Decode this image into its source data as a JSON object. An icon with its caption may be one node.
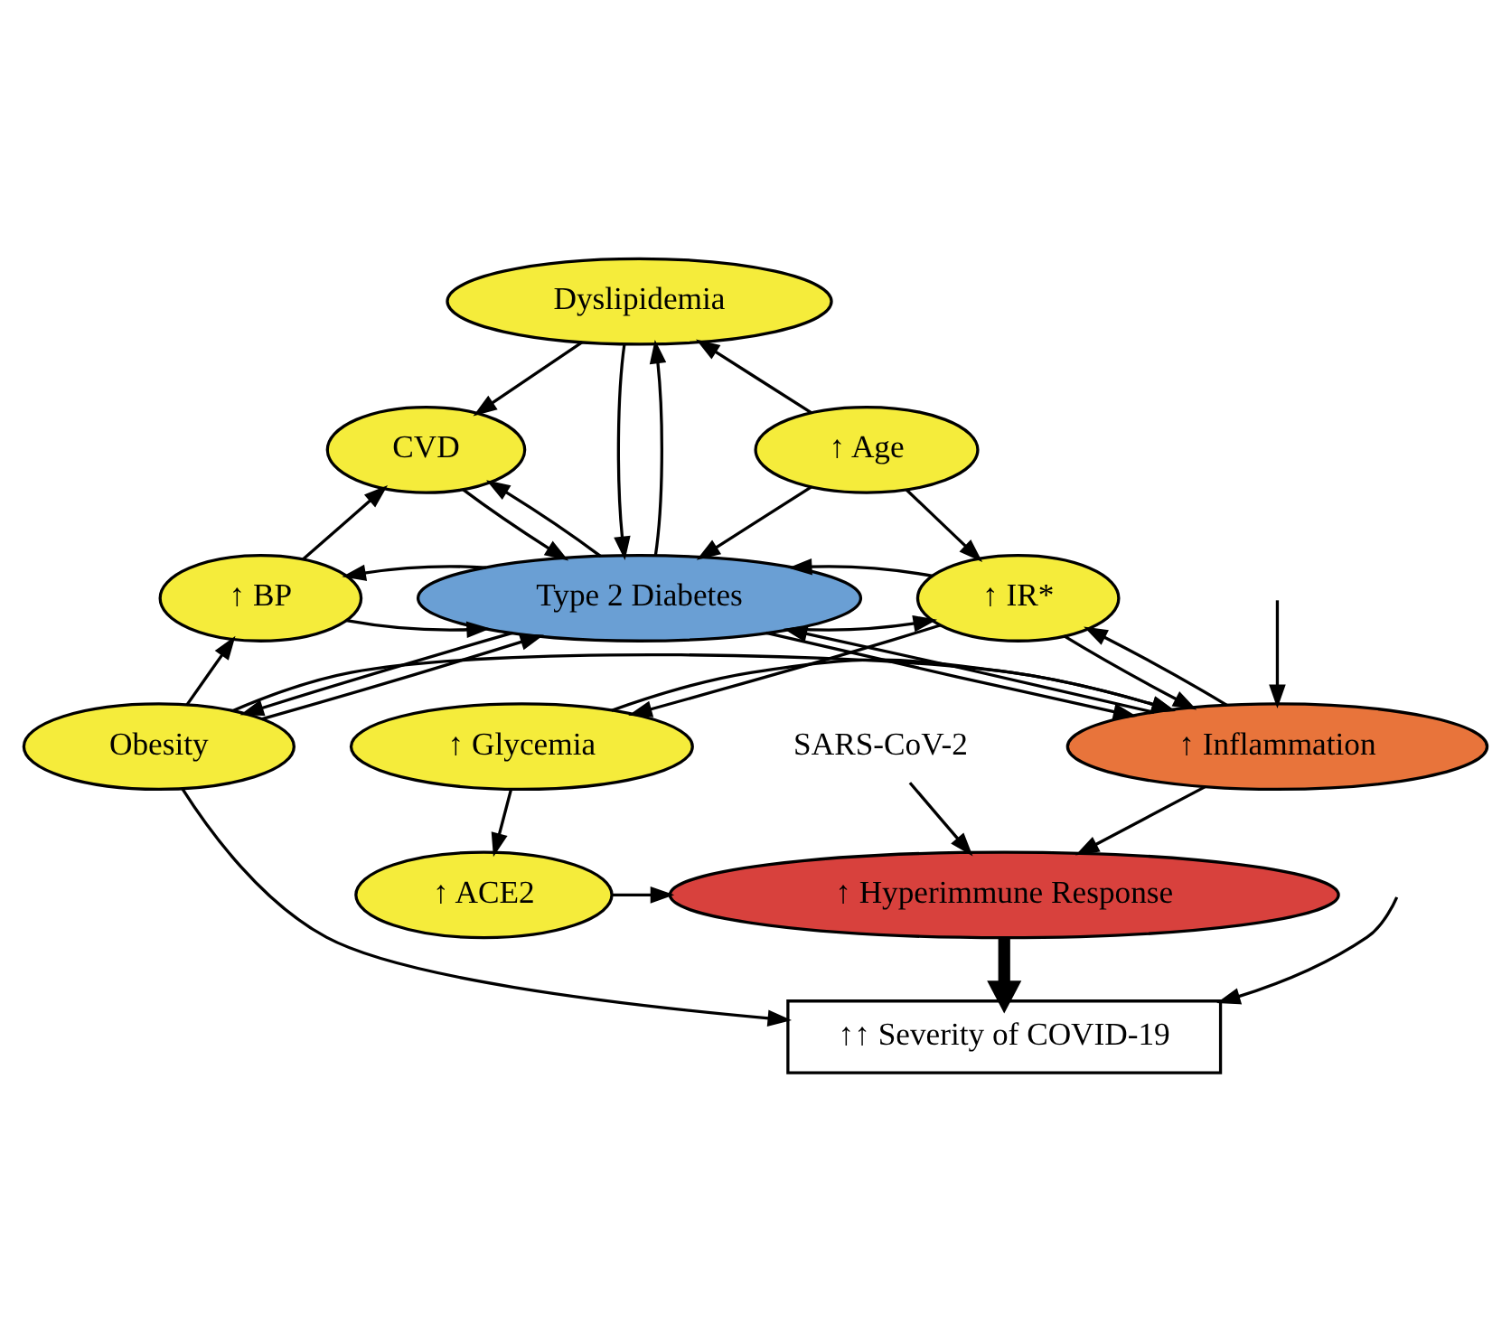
{
  "diagram": {
    "nodes": [
      {
        "text": [
          "Dyslipidemia"
        ]
      },
      {
        "text": [
          "CVD"
        ]
      },
      {
        "text": [
          "↑ Age"
        ]
      },
      {
        "text": [
          "↑ BP"
        ]
      },
      {
        "text": [
          "Type 2 Diabetes"
        ]
      },
      {
        "text": [
          "↑ IR*"
        ]
      },
      {
        "text": [
          "Obesity"
        ]
      },
      {
        "text": [
          "↑ Inflammation"
        ]
      },
      {
        "text": [
          "↑ Glycemia"
        ]
      },
      {
        "text": [
          "↑ Hyperimmune Response"
        ]
      },
      {
        "text": [
          "↑ ACE2"
        ]
      },
      {
        "text": [
          "SARS-CoV-2"
        ]
      },
      {
        "text": [
          "↑↑ Severity of COVID-19"
        ]
      }
    ],
    "edges": [
      {
        "from": 0,
        "to": 1,
        "arrow": "to"
      },
      {
        "from": 2,
        "to": 0,
        "arrow": "to"
      },
      {
        "from": 4,
        "to": 0,
        "arrow": "to"
      },
      {
        "from": 0,
        "to": 4,
        "arrow": "to"
      },
      {
        "from": 1,
        "to": 4,
        "arrow": "to"
      },
      {
        "from": 4,
        "to": 1,
        "arrow": "to"
      },
      {
        "from": 2,
        "to": 4,
        "arrow": "to"
      },
      {
        "from": 2,
        "to": 5,
        "arrow": "to"
      },
      {
        "from": 3,
        "to": 1,
        "arrow": "to"
      },
      {
        "from": 3,
        "to": 4,
        "arrow": "to"
      },
      {
        "from": 4,
        "to": 3,
        "arrow": "to"
      },
      {
        "from": 4,
        "to": 5,
        "arrow": "to"
      },
      {
        "from": 5,
        "to": 4,
        "arrow": "to"
      },
      {
        "from": 6,
        "to": 3,
        "arrow": "to"
      },
      {
        "from": 6,
        "to": 4,
        "arrow": "to"
      },
      {
        "from": 4,
        "to": 6,
        "arrow": "to"
      },
      {
        "from": 7,
        "to": 4,
        "arrow": "to"
      },
      {
        "from": 4,
        "to": 7,
        "arrow": "to"
      },
      {
        "from": 7,
        "to": 5,
        "arrow": "to"
      },
      {
        "from": 5,
        "to": 7,
        "arrow": "to"
      },
      {
        "from": 5,
        "to": 8,
        "arrow": "to"
      },
      {
        "from": 6,
        "to": 7,
        "arrow": "to"
      },
      {
        "from": 8,
        "to": 7,
        "arrow": "to"
      },
      {
        "from": 8,
        "to": 10,
        "arrow": "to"
      },
      {
        "from": 7,
        "to": 9,
        "arrow": "to"
      },
      {
        "from": 10,
        "to": 9,
        "arrow": "to"
      },
      {
        "from": 11,
        "to": 9,
        "arrow": "to"
      },
      {
        "from": null,
        "to": 7,
        "arrow": "to"
      },
      {
        "from": null,
        "to": 12,
        "arrow": "to"
      },
      {
        "from": 9,
        "to": 12,
        "arrow": "to",
        "style": "thick"
      },
      {
        "from": 6,
        "to": 12,
        "arrow": "to"
      }
    ]
  }
}
